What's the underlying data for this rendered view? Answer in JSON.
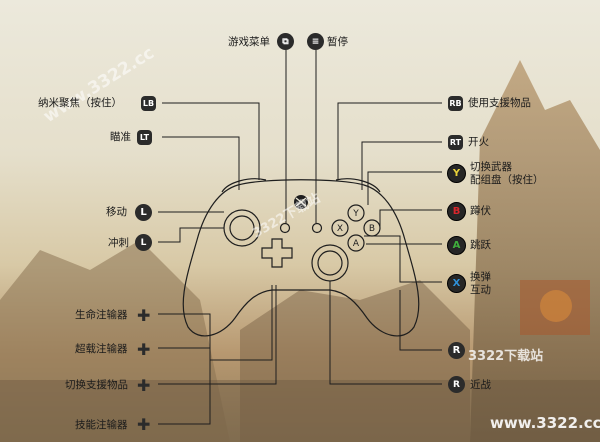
{
  "top_labels": {
    "game_menu": "游戏菜单",
    "pause": "暂停"
  },
  "left_labels": {
    "nano_focus": "纳米聚焦（按住）",
    "aim": "瞄准",
    "move": "移动",
    "sprint": "冲刺",
    "life_injector": "生命注输器",
    "overdrive_injector": "超载注输器",
    "switch_support": "切换支援物品",
    "ability_injector": "技能注输器"
  },
  "right_labels": {
    "use_support": "使用支援物品",
    "fire": "开火",
    "switch_weapon_line1": "切换武器",
    "switch_weapon_line2": "配组盘（按住）",
    "crouch": "蹲伏",
    "jump": "跳跃",
    "reload_line1": "换弹",
    "reload_line2": "互动",
    "melee": "近战"
  },
  "badges": {
    "lb": "LB",
    "lt": "LT",
    "rb": "RB",
    "rt": "RT",
    "l": "L",
    "r": "R",
    "y": "Y",
    "b": "B",
    "a": "A",
    "x": "X"
  },
  "watermarks": {
    "diagonal": "www.3322.cc",
    "logo": "3322下载站",
    "bottom": "www.3322.cc"
  },
  "colors": {
    "y": "#e8d23a",
    "b": "#d8262c",
    "a": "#3fae3c",
    "x": "#2f8fd6",
    "line": "#1e1e1e"
  }
}
